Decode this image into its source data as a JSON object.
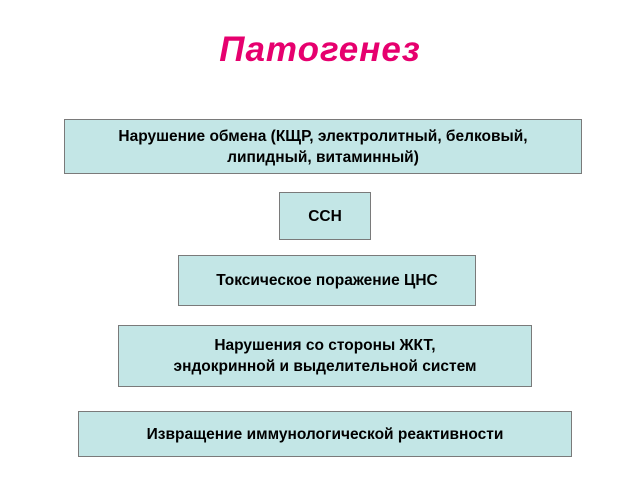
{
  "slide": {
    "title": "Патогенез",
    "boxes": [
      {
        "text": "Нарушение обмена (КЩР, электролитный, белковый,\nлипидный, витаминный)"
      },
      {
        "text": "ССН"
      },
      {
        "text": "Токсическое поражение ЦНС"
      },
      {
        "text": "Нарушения со стороны ЖКТ,\nэндокринной и выделительной систем"
      },
      {
        "text": "Извращение иммунологической реактивности"
      }
    ],
    "colors": {
      "title": "#e6006e",
      "box_fill": "#c3e6e6",
      "box_border": "#7a7a7a"
    }
  }
}
